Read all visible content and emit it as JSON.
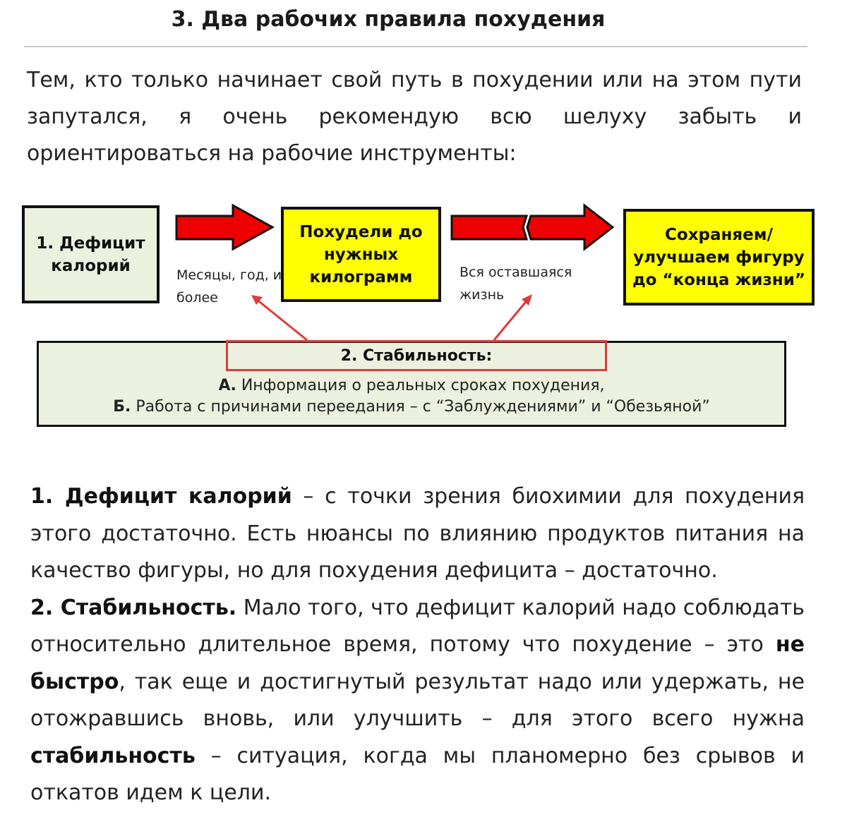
{
  "title": "3. Два рабочих правила похудения",
  "intro": {
    "text": "Тем, кто только начинает свой путь в похудении или на этом пути запутался, я очень рекомендую всю шелуху забыть и ориентироваться на рабочие инструменты:"
  },
  "diagram": {
    "box1": "1. Дефицит калорий",
    "box2": "Похудели до нужных килограмм",
    "box3": "Сохраняем/ улучшаем фигуру до “конца жизни”",
    "arrow1_caption": "Месяцы, год, и более",
    "arrow2_caption": "Вся оставшаяся жизнь",
    "stability_title": "2. Стабильность:",
    "line_a_prefix": "А.",
    "line_a_text": "Информация о реальных сроках похудения,",
    "line_b_prefix": "Б.",
    "line_b_text": "Работа с причинами переедания – с “Заблуждениями” и “Обезьяной”",
    "colors": {
      "green_box": "#ebf1de",
      "yellow_box": "#ffff00",
      "arrow_fill": "#ee0000",
      "highlight_border": "#e03a3a"
    }
  },
  "section1": {
    "bold": "1. Дефицит калорий",
    "text": " – с точки зрения биохимии для похудения этого достаточно. Есть нюансы по влиянию продуктов питания на качество фигуры, но для похудения дефицита – достаточно."
  },
  "section2": {
    "bold": "2. Стабильность.",
    "text1": " Мало того, что дефицит калорий надо соблюдать относительно длительное время, потому что похудение – это ",
    "bold2": "не быстро",
    "text2": ", так еще и достигнутый результат надо или удержать, не отожравшись вновь, или улучшить – для этого всего нужна ",
    "bold3": "стабильность",
    "text3": " – ситуация, когда мы планомерно без срывов и откатов идем к цели."
  }
}
